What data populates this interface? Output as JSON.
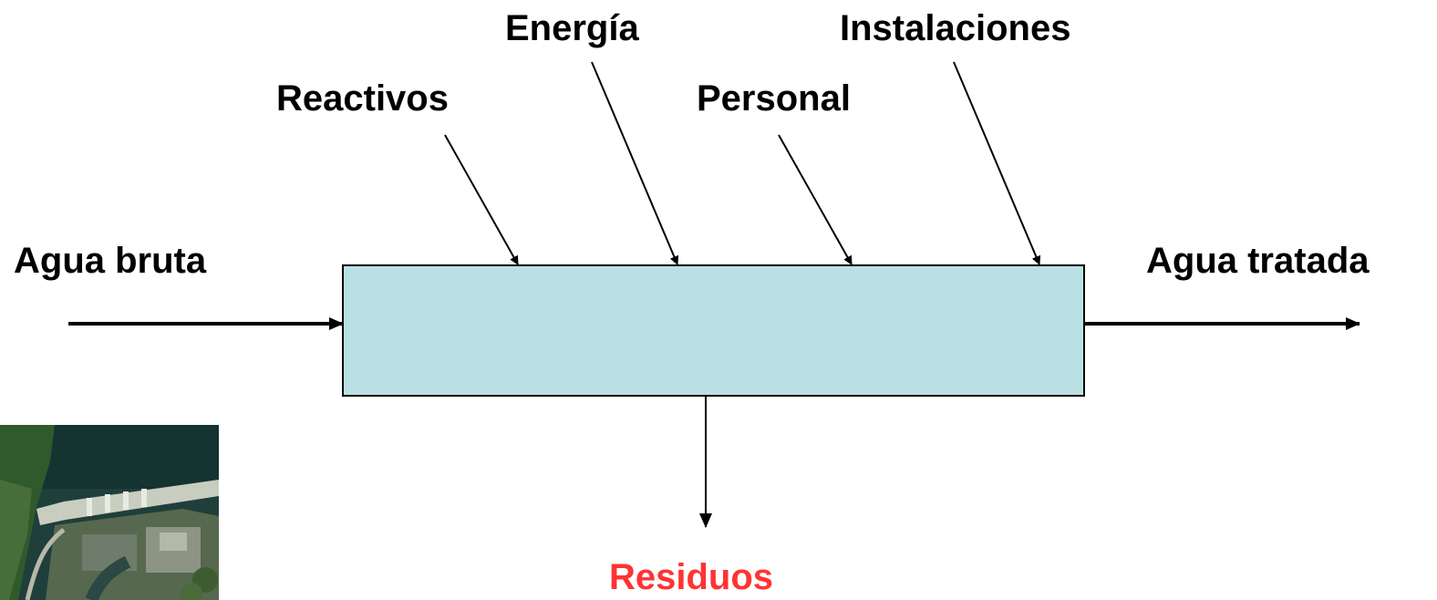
{
  "labels": {
    "energia": "Energía",
    "instalaciones": "Instalaciones",
    "reactivos": "Reactivos",
    "personal": "Personal",
    "agua_bruta": "Agua bruta",
    "agua_tratada": "Agua tratada",
    "residuos": "Residuos"
  },
  "colors": {
    "process_box_fill": "#bbe0e3",
    "residuos_text": "#ff3333",
    "arrow": "#000000"
  },
  "icons": {
    "photo": "dam-aerial-photo"
  }
}
